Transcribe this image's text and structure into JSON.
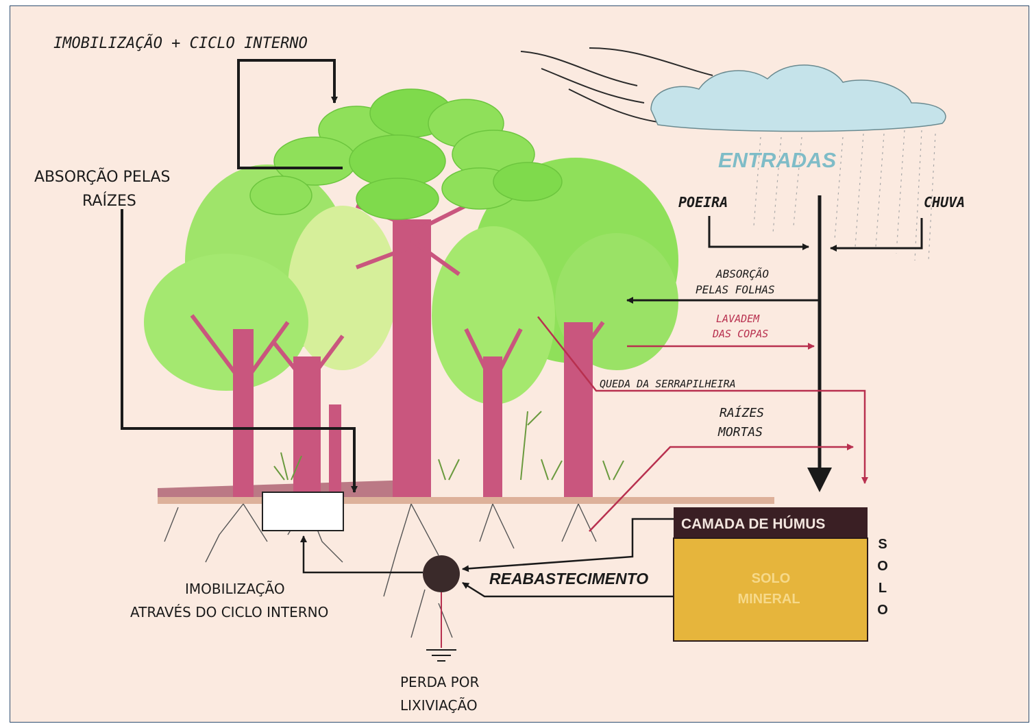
{
  "diagram": {
    "labels": {
      "top_cycle": "IMOBILIZAÇÃO + CICLO INTERNO",
      "root_absorption_1": "ABSORÇÃO PELAS",
      "root_absorption_2": "RAÍZES",
      "inputs": "ENTRADAS",
      "dust": "POEIRA",
      "rain": "CHUVA",
      "leaf_absorption_1": "ABSORÇÃO",
      "leaf_absorption_2": "PELAS FOLHAS",
      "canopy_wash_1": "LAVADEM",
      "canopy_wash_2": "DAS COPAS",
      "litterfall": "QUEDA DA SERRAPILHEIRA",
      "dead_roots_1": "RAÍZES",
      "dead_roots_2": "MORTAS",
      "humus_layer": "CAMADA DE HÚMUS",
      "mineral_soil_1": "SOLO",
      "mineral_soil_2": "MINERAL",
      "soil_vertical": [
        "S",
        "O",
        "L",
        "O"
      ],
      "replenishment": "REABASTECIMENTO",
      "immobilization_1": "IMOBILIZAÇÃO",
      "immobilization_2": "ATRAVÉS DO CICLO INTERNO",
      "leaching_1": "PERDA POR",
      "leaching_2": "LIXIVIAÇÃO"
    },
    "colors": {
      "background": "#fbeae0",
      "frame_border": "#2e4d6e",
      "canopy": "#8fe05a",
      "canopy_dark": "#5fc93a",
      "trunk": "#c9567e",
      "arrow_black": "#1a1a1a",
      "arrow_red": "#b8304f",
      "humus": "#3a1f24",
      "mineral_soil": "#e6b53c",
      "cloud": "#c5e3ea",
      "inputs_text": "#7fbcc7"
    }
  }
}
